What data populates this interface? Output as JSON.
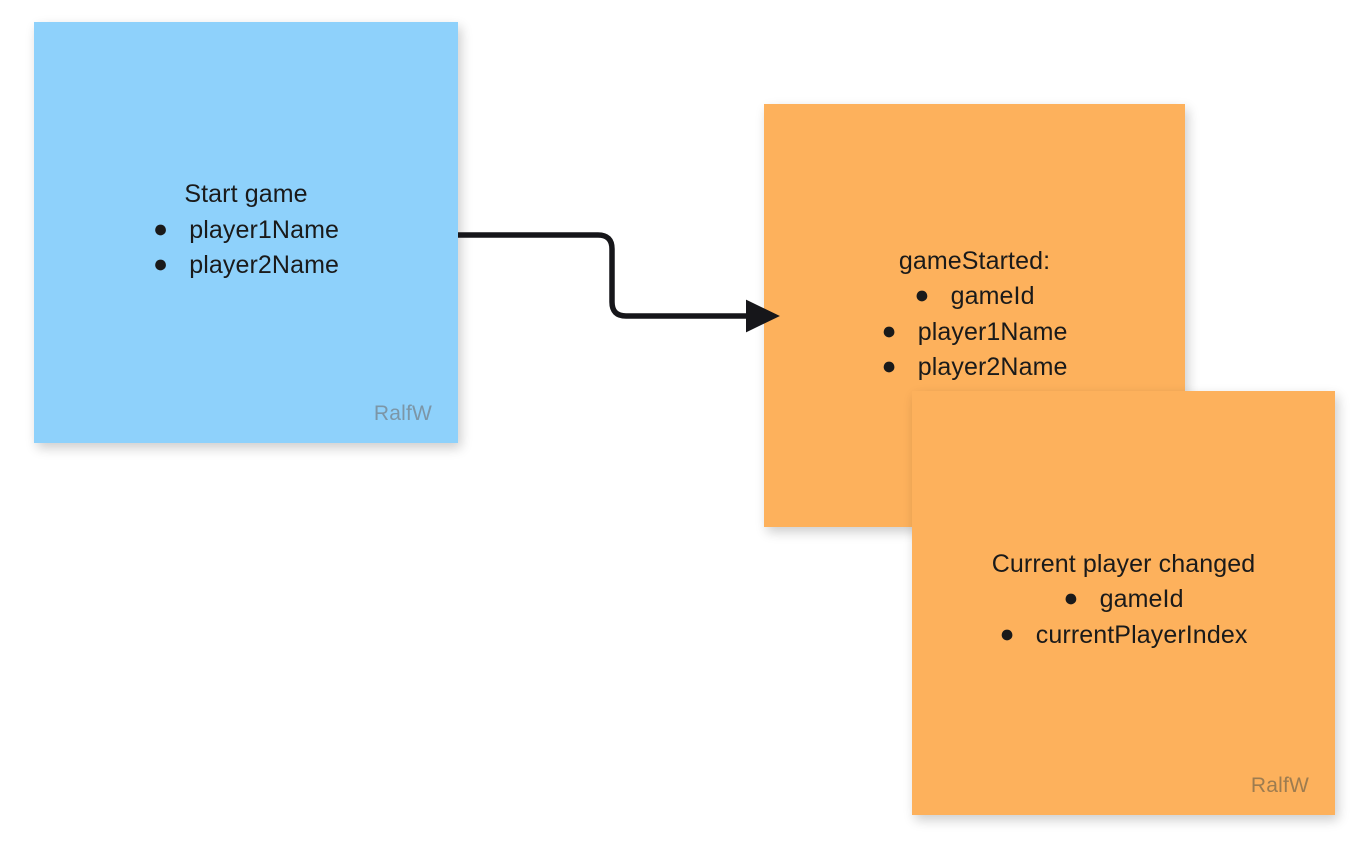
{
  "board": {
    "background_color": "#ffffff",
    "notes": [
      {
        "id": "start-game",
        "color": "#8ed1fb",
        "title": "Start game",
        "bullets": [
          "player1Name",
          "player2Name"
        ],
        "author": "RalfW"
      },
      {
        "id": "game-started",
        "color": "#fdb15c",
        "title": "gameStarted:",
        "bullets": [
          "gameId",
          "player1Name",
          "player2Name"
        ],
        "author": ""
      },
      {
        "id": "current-player-changed",
        "color": "#fdb15c",
        "title": "Current player changed",
        "bullets": [
          "gameId",
          "currentPlayerIndex"
        ],
        "author": "RalfW"
      }
    ],
    "connector": {
      "from": "start-game",
      "to": "game-started",
      "color": "#16161a",
      "style": "elbow-arrow",
      "arrowhead": "filled-triangle"
    },
    "bullet_glyph": "●"
  }
}
